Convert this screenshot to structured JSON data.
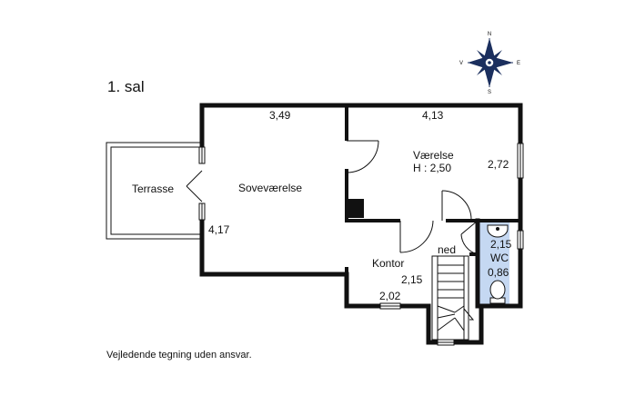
{
  "floor_title": "1. sal",
  "disclaimer": "Vejledende tegning uden ansvar.",
  "compass": {
    "n": "N",
    "s": "S",
    "e": "E",
    "w": "V"
  },
  "rooms": {
    "terrasse": {
      "name": "Terrasse"
    },
    "sovevaerelse": {
      "name": "Soveværelse",
      "width": "3,49",
      "depth": "4,17"
    },
    "vaerelse": {
      "name": "Værelse",
      "height": "H : 2,50",
      "width": "4,13",
      "depth": "2,72"
    },
    "kontor": {
      "name": "Kontor",
      "width": "2,02",
      "depth": "2,15"
    },
    "stairs": {
      "label": "ned"
    },
    "wc": {
      "name": "WC",
      "width": "2,15",
      "depth": "0,86"
    }
  },
  "colors": {
    "wall": "#111111",
    "wc_fill": "#c5d8f2",
    "background": "#ffffff"
  }
}
